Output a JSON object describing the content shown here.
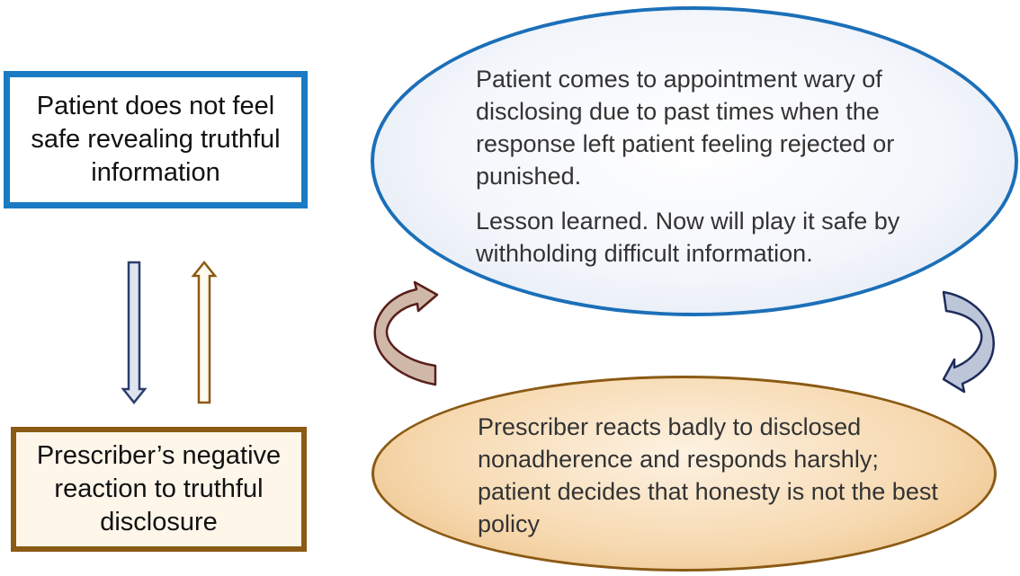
{
  "boxes": {
    "patient": "Patient does not feel safe revealing truthful information",
    "prescriber": "Prescriber’s negative reaction to truthful disclosure"
  },
  "ellipses": {
    "patient_para1": "Patient comes to appointment wary of disclosing due to past times when the response left patient feeling rejected or punished.",
    "patient_para2": "Lesson learned. Now will play it safe by withholding difficult information.",
    "prescriber_text": "Prescriber reacts badly to disclosed nonadherence and responds harshly; patient decides that honesty is not the best policy"
  },
  "colors": {
    "blue_border": "#1a7bc4",
    "brown_border": "#8b5a14",
    "down_arrow_fill": "#dfe4ee",
    "up_arrow_fill": "#fffaf0",
    "curved_brown_fill": "#cfb8a8",
    "curved_blue_fill": "#bcc6d8"
  }
}
